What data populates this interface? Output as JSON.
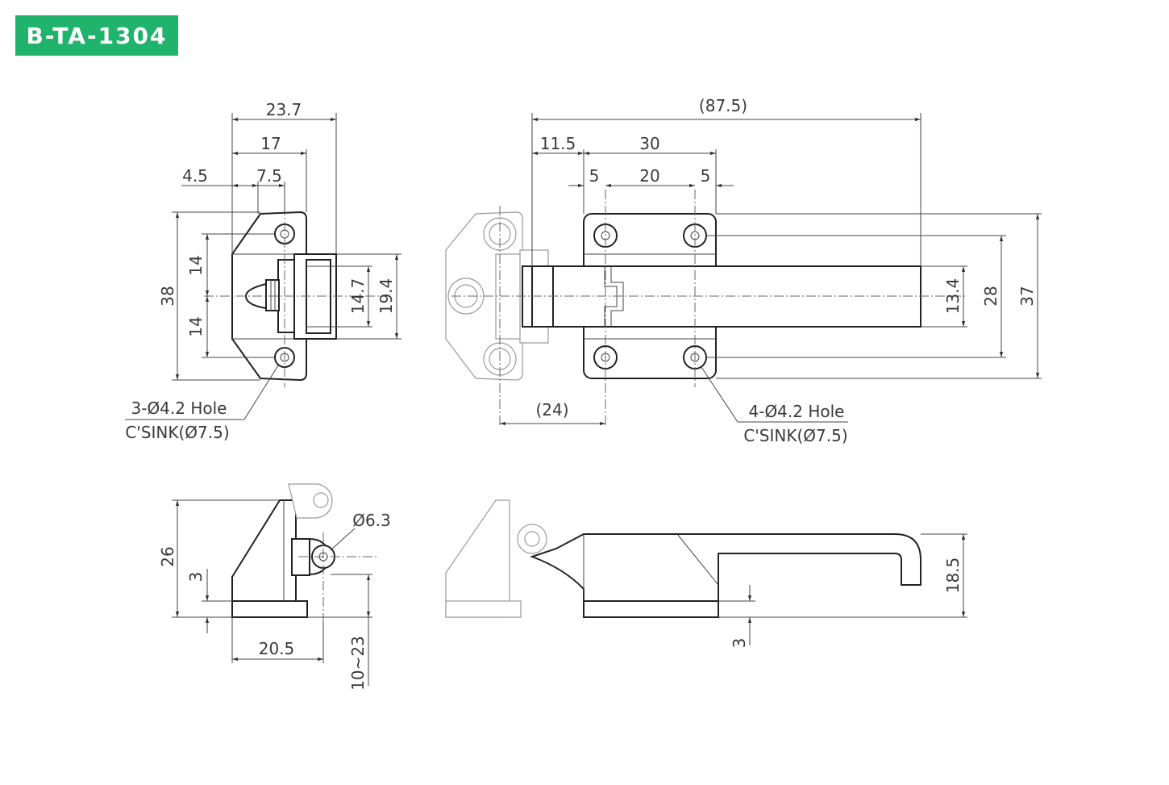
{
  "model_code": "B-TA-1304",
  "colors": {
    "badge": "#1fb36b",
    "line": "#222222"
  },
  "front_left": {
    "dim_width_total": "23.7",
    "dim_17": "17",
    "dim_4_5": "4.5",
    "dim_7_5": "7.5",
    "dim_height_38": "38",
    "dim_14_top": "14",
    "dim_14_bottom": "14",
    "dim_14_7": "14.7",
    "dim_19_4": "19.4",
    "hole_note_line1": "3-Ø4.2 Hole",
    "hole_note_line2": "C'SINK(Ø7.5)"
  },
  "front_right": {
    "dim_overall": "(87.5)",
    "dim_11_5": "11.5",
    "dim_30": "30",
    "dim_5_left": "5",
    "dim_20": "20",
    "dim_5_right": "5",
    "dim_24": "(24)",
    "dim_13_4": "13.4",
    "dim_28": "28",
    "dim_37": "37",
    "hole_note_line1": "4-Ø4.2 Hole",
    "hole_note_line2": "C'SINK(Ø7.5)"
  },
  "side_left": {
    "dim_26": "26",
    "dim_3": "3",
    "dim_dia": "Ø6.3",
    "dim_20_5": "20.5",
    "dim_range": "10~23"
  },
  "side_right": {
    "dim_18_5": "18.5",
    "dim_3": "3"
  }
}
